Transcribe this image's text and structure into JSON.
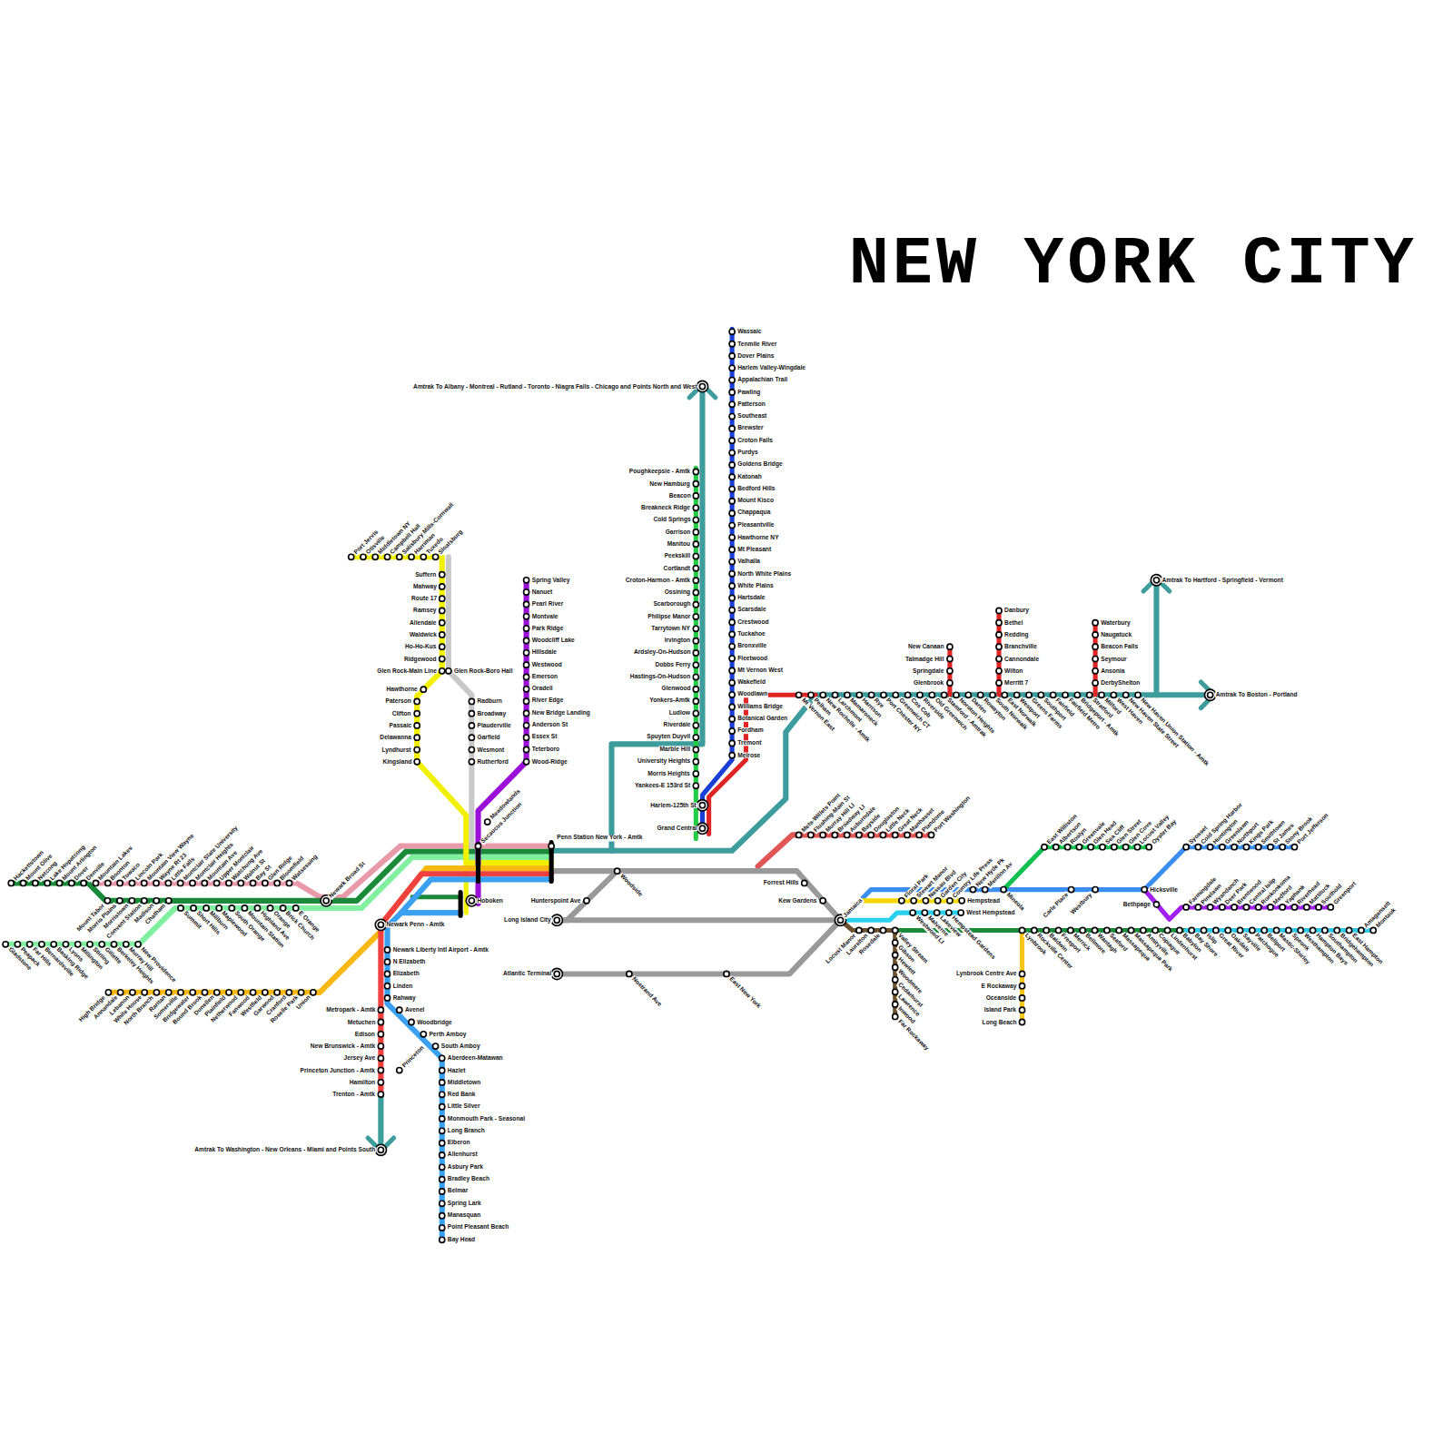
{
  "diagram": {
    "title": "NEW YORK CITY",
    "labels": [
      "Amtrak To Albany - Montreal - Rutland - Toronto - Niagra Falls - Chicago and Points North and West",
      "Poughkeepsie - Amtk",
      "New Hamburg",
      "Beacon",
      "Breakneck Ridge",
      "Cold Springs",
      "Garrison",
      "Manitou",
      "Peekskill",
      "Cortlandt",
      "Croton-Harmon - Amtk",
      "Ossining",
      "Scarborough",
      "Philipse Manor",
      "Tarrytown NY",
      "Irvington",
      "Ardsley-On-Hudson",
      "Dobbs Ferry",
      "Hastings-On-Hudson",
      "Glenwood",
      "Yonkers-Amtk",
      "Ludlow",
      "Riverdale",
      "Spuyten Duyvil",
      "Marble Hill",
      "University Heights",
      "Morris Heights",
      "Yankees-E 153rd St",
      "Harlem-125th St",
      "Grand Central",
      "Wassaic",
      "Tenmile River",
      "Dover Plains",
      "Harlem Valley-Wingdale",
      "Appalachian Trail",
      "Pawling",
      "Patterson",
      "Southeast",
      "Brewster",
      "Croton Falls",
      "Purdys",
      "Goldens Bridge",
      "Katonah",
      "Bedford Hills",
      "Mount Kisco",
      "Chappaqua",
      "Pleasantville",
      "Hawthorne NY",
      "Mt Pleasant",
      "Valhalla",
      "North White Plains",
      "White Plains",
      "Hartsdale",
      "Scarsdale",
      "Crestwood",
      "Tuckahoe",
      "Bronxville",
      "Fleetwood",
      "Mt Vernon West",
      "Wakefield",
      "Woodlawn",
      "Williams Bridge",
      "Botanical Garden",
      "Fordham",
      "Tremont",
      "Melrose",
      "Mt Vernon East",
      "Pelham",
      "New Rochelle - Amtk",
      "Larchmont",
      "Mamaroneck",
      "Harrison",
      "Rye",
      "Port Chester NY",
      "Greenwich CT",
      "Cos Cob",
      "Riverside",
      "Old Greenwich",
      "Stamford - Amtrak",
      "Noroton Heights",
      "Darien",
      "Rowayton",
      "South Norwalk",
      "East Norwalk",
      "Westport",
      "Greens Farms",
      "Southport",
      "Fairfield",
      "Fairfield Metro",
      "Bridgeport - Amtk",
      "Stratford",
      "Milford",
      "West Haven",
      "New Haven State Street",
      "New Haven Union Station - Amtk",
      "New Canaan",
      "Talmadge Hill",
      "Springdale",
      "Glenbrook",
      "Danbury",
      "Bethel",
      "Redding",
      "Branchville",
      "Cannondale",
      "Wilton",
      "Merritt 7",
      "Waterbury",
      "Naugatuck",
      "Beacon Falls",
      "Seymour",
      "Ansonia",
      "DerbyShelton",
      "Amtrak To Hartford - Springfield - Vermont",
      "Amtrak To Boston - Portland",
      "Mets-Willets Point",
      "Flushing-Main St",
      "Murray Hill LI",
      "Broadway LI",
      "Auburndale",
      "Bayside",
      "Douglaston",
      "Little Neck",
      "Great Neck",
      "Manhasset",
      "Plandome",
      "Port Washington",
      "Penn Station New York - Amtk",
      "Woodside",
      "Hunterspoint Ave",
      "Long Island City",
      "Atlantic Terminal",
      "Nostrand Ave",
      "East New York",
      "Forrest Hills",
      "Kew Gardens",
      "Jamaica",
      "Locust Manor",
      "Laurelton",
      "Rosedale",
      "Valley Stream",
      "Gibson",
      "Hewlett",
      "Woodmere",
      "Cedarhurst",
      "Lawrence",
      "Inwood",
      "Far Rockaway",
      "Floral Park",
      "Stewart Manor",
      "Nassau Blvd",
      "Garden City",
      "Country Life Press",
      "Hempstead",
      "New Hyde Pk",
      "Merillon Av",
      "Mineola",
      "Carle Place",
      "Westbury",
      "Hicksville",
      "Westwood LI",
      "Malverne",
      "Lakeview",
      "Hempstead Gardens",
      "West Hempstead",
      "East Williston",
      "Albertson",
      "Roslyn",
      "Greenvale",
      "Glen Head",
      "Sea Cliff",
      "Glen Street",
      "Glen Cove",
      "Locust Valley",
      "Oyster Bay",
      "Syosset",
      "Cold Spring Harbor",
      "Huntington",
      "Greenlawn",
      "Northport",
      "Kings Park",
      "Smithtown",
      "St James",
      "Stony Brook",
      "Port Jefferson",
      "Bethpage",
      "Farmingdale",
      "Pinelawn",
      "Wyandanch",
      "Deer Park",
      "Brentwood",
      "Central Islip",
      "Ronkonkoma",
      "Medford",
      "Yaphank",
      "Riverhead",
      "Mattituck",
      "Southold",
      "Greenport",
      "Lynbrook",
      "Rockville Center",
      "Baldwin",
      "Freeport",
      "Merrick",
      "Bellmore",
      "Wantagh",
      "Seaford",
      "Massapequa",
      "Massapequa Park",
      "Amityville",
      "Copiague",
      "Lindenhurst",
      "Babylon",
      "Bay Shore",
      "Islip",
      "Great River",
      "Oakdale",
      "Sayville",
      "Patchogue",
      "Bellport",
      "Mastic-Shirley",
      "Speonk",
      "Westhampton",
      "Hampton Bays",
      "Southampton",
      "Bridgehampton",
      "East Hampton",
      "Amagansett",
      "Montauk",
      "Lynbrook Centre Ave",
      "E Rockaway",
      "Oceanside",
      "Island Park",
      "Long Beach",
      "Port Jervis",
      "Otisville",
      "Middletown NY",
      "Campbell Hall",
      "Salisbury Mills-Cornwall",
      "Harriman",
      "Tuxedo",
      "Sloatsburg",
      "Suffern",
      "Mahway",
      "Route 17",
      "Ramsey",
      "Allendale",
      "Waldwick",
      "Ho-Ho-Kus",
      "Ridgewood",
      "Glen Rock-Main Line",
      "Glen Rock-Boro Hall",
      "Hawthorne",
      "Paterson",
      "Clifton",
      "Passaic",
      "Delawanna",
      "Lyndhurst",
      "Kingsland",
      "Radburn",
      "Broadway",
      "Plauderville",
      "Garfield",
      "Wesmont",
      "Rutherford",
      "Spring Valley",
      "Nanuet",
      "Pearl River",
      "Montvale",
      "Park Ridge",
      "Woodcliff Lake",
      "Hillsdale",
      "Westwood",
      "Emerson",
      "Oradell",
      "River Edge",
      "New Bridge Landing",
      "Anderson St",
      "Essex St",
      "Teterboro",
      "Wood-Ridge",
      "Meadowlands",
      "Secaucus Junction",
      "Hoboken",
      "Newark Broad St",
      "Newark Penn - Amtk",
      "Hackettstown",
      "Mount Olive",
      "Netcong",
      "Lake Hopatcong",
      "Mount Arlington",
      "Dover",
      "Denville",
      "Mountain Lakes",
      "Boonton",
      "Towaco",
      "Lincoln Park",
      "Mountain View Wayne",
      "Wayne Rt 23",
      "Little Falls",
      "Montclair State University",
      "Montclair Heights",
      "Mountain Ave",
      "Upper Montclair",
      "Watchung Ave",
      "Walnut St",
      "Bay St",
      "Glen Ridge",
      "Bloomfield",
      "Watsessing",
      "Mount Tabor",
      "Morris Plains",
      "Morristown",
      "Convent Station",
      "Madison",
      "Chatham",
      "Summit",
      "Short Hills",
      "Millburn",
      "Maplewood",
      "South Orange",
      "Mountain Station",
      "Highland Ave",
      "Orange",
      "Brick Church",
      "E Orange",
      "Gladstone",
      "Peapack",
      "Far Hills",
      "Bernardsville",
      "Basking Ridge",
      "Lyons",
      "Millington",
      "Stirling",
      "Gillette",
      "Berkeley Heights",
      "Murray Hill",
      "New Providence",
      "High Bridge",
      "Annandale",
      "Lebanon",
      "White House",
      "North Branch",
      "Raritan",
      "Somerville",
      "Bridgewater",
      "Bound Brook",
      "Dunellen",
      "Plainfield",
      "Netherwood",
      "Fanwood",
      "Westfield",
      "Garwood",
      "Cranford",
      "Roselle Park",
      "Union",
      "Newark Liberty Intl Airport - Amtk",
      "N Elizabeth",
      "Elizabeth",
      "Linden",
      "Rahway",
      "Metropark - Amtk",
      "Metuchen",
      "Edison",
      "New Brunswick - Amtk",
      "Jersey Ave",
      "Princeton Junction - Amtk",
      "Hamilton",
      "Trenton - Amtk",
      "Princeton",
      "Amtrak To Washington - New Orleans - Miami and Points South",
      "Avenel",
      "Woodbridge",
      "Perth Amboy",
      "South Amboy",
      "Aberdeen-Matawan",
      "Hazlet",
      "Middletown",
      "Red Bank",
      "Little Silver",
      "Monmouth Park - Seasonal",
      "Long Branch",
      "Elberon",
      "Allenhurst",
      "Asbury Park",
      "Bradley Beach",
      "Belmar",
      "Spring Lark",
      "Manasquan",
      "Point Pleasant Beach",
      "Bay Head"
    ]
  }
}
